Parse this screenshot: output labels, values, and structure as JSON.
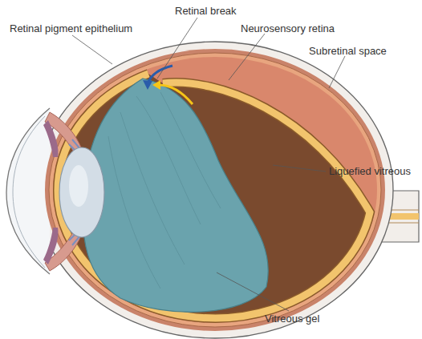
{
  "diagram": {
    "labels": [
      "Retinal break",
      "Retinal pigment epithelium",
      "Neurosensory retina",
      "Subretinal space",
      "Liquefied vitreous",
      "Vitreous gel"
    ]
  }
}
